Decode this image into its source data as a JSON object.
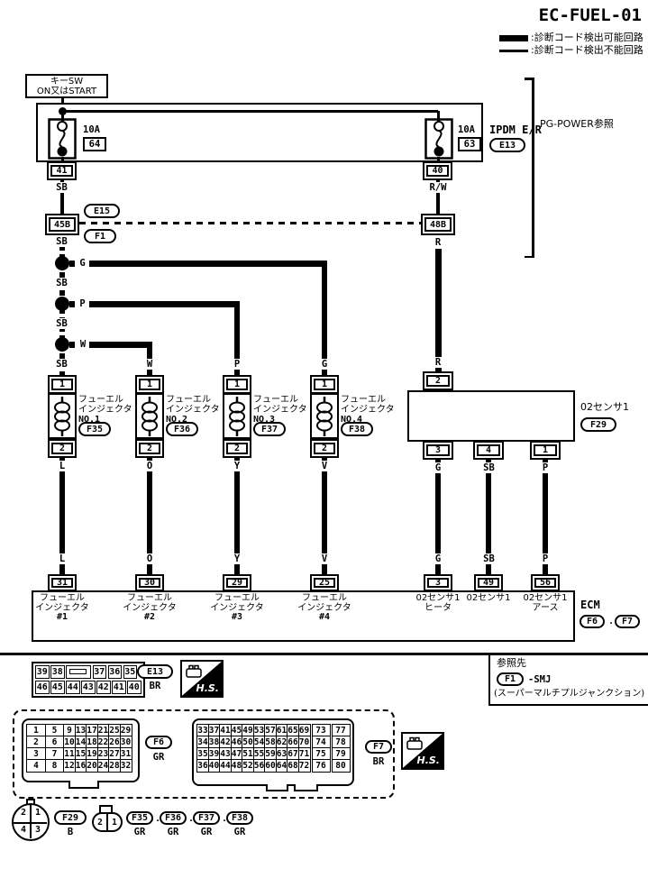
{
  "title": "EC-FUEL-01",
  "legend": {
    "detectable": ":診断コード検出可能回路",
    "undetectable": ":診断コード検出不能回路"
  },
  "power": {
    "key_sw_line1": "キーSW",
    "key_sw_line2": "ON又はSTART"
  },
  "ipdm": {
    "name": "IPDM E/R",
    "connector": "E13",
    "ref_note": "PG-POWER参照",
    "fuse_left": {
      "rating": "10A",
      "number": "64",
      "terminal": "41"
    },
    "fuse_right": {
      "rating": "10A",
      "number": "63",
      "terminal": "40"
    }
  },
  "inline": {
    "c45b": "45B",
    "c48b": "48B",
    "e15": "E15",
    "f1": "F1"
  },
  "wires": {
    "sb": "SB",
    "rw": "R/W",
    "r": "R",
    "g": "G",
    "p": "P",
    "w": "W",
    "l": "L",
    "o": "O",
    "y": "Y",
    "v": "V"
  },
  "injectors": [
    {
      "line1": "フューエル",
      "line2": "インジェクタ",
      "line3": "NO.1",
      "connector": "F35",
      "t_top": "1",
      "t_bottom": "2"
    },
    {
      "line1": "フューエル",
      "line2": "インジェクタ",
      "line3": "NO.2",
      "connector": "F36",
      "t_top": "1",
      "t_bottom": "2"
    },
    {
      "line1": "フューエル",
      "line2": "インジェクタ",
      "line3": "NO.3",
      "connector": "F37",
      "t_top": "1",
      "t_bottom": "2"
    },
    {
      "line1": "フューエル",
      "line2": "インジェクタ",
      "line3": "NO.4",
      "connector": "F38",
      "t_top": "1",
      "t_bottom": "2"
    }
  ],
  "o2_sensor": {
    "name": "02センサ1",
    "connector": "F29",
    "t_top": "2",
    "t_bottom": [
      "3",
      "4",
      "1"
    ]
  },
  "ecm": {
    "name": "ECM",
    "connector1": "F6",
    "connector2": "F7",
    "separator": ".",
    "terminals": [
      {
        "pin": "31",
        "line1": "フューエル",
        "line2": "インジェクタ",
        "line3": "#1"
      },
      {
        "pin": "30",
        "line1": "フューエル",
        "line2": "インジェクタ",
        "line3": "#2"
      },
      {
        "pin": "29",
        "line1": "フューエル",
        "line2": "インジェクタ",
        "line3": "#3"
      },
      {
        "pin": "25",
        "line1": "フューエル",
        "line2": "インジェクタ",
        "line3": "#4"
      },
      {
        "pin": "3",
        "line1": "02センサ1",
        "line2": "ヒータ"
      },
      {
        "pin": "49",
        "line1": "02センサ1",
        "line2": ""
      },
      {
        "pin": "56",
        "line1": "02センサ1",
        "line2": "アース"
      }
    ]
  },
  "pinouts": {
    "hs": "H.S.",
    "separator": ".",
    "e13": {
      "label": "E13",
      "color": "BR",
      "row_top": [
        "39",
        "38",
        "37",
        "36",
        "35"
      ],
      "row_bottom": [
        "46",
        "45",
        "44",
        "43",
        "42",
        "41",
        "40"
      ]
    },
    "f6": {
      "label": "F6",
      "color": "GR",
      "rows": [
        [
          "1",
          "5",
          "9",
          "13",
          "17",
          "21",
          "25",
          "29"
        ],
        [
          "2",
          "6",
          "10",
          "14",
          "18",
          "22",
          "26",
          "30"
        ],
        [
          "3",
          "7",
          "11",
          "15",
          "19",
          "23",
          "27",
          "31"
        ],
        [
          "4",
          "8",
          "12",
          "16",
          "20",
          "24",
          "28",
          "32"
        ]
      ]
    },
    "f7": {
      "label": "F7",
      "color": "BR",
      "rows": [
        [
          "33",
          "37",
          "41",
          "45",
          "49",
          "53",
          "57",
          "61",
          "65",
          "69",
          "73",
          "77"
        ],
        [
          "34",
          "38",
          "42",
          "46",
          "50",
          "54",
          "58",
          "62",
          "66",
          "70",
          "74",
          "78"
        ],
        [
          "35",
          "39",
          "43",
          "47",
          "51",
          "55",
          "59",
          "63",
          "67",
          "71",
          "75",
          "79"
        ],
        [
          "36",
          "40",
          "44",
          "48",
          "52",
          "56",
          "60",
          "64",
          "68",
          "72",
          "76",
          "80"
        ]
      ]
    },
    "f29": {
      "label": "F29",
      "color": "B",
      "pins": [
        "2",
        "1",
        "4",
        "3"
      ]
    },
    "inj_conn": {
      "pins": [
        "2",
        "1"
      ]
    },
    "inj_list": [
      {
        "label": "F35",
        "color": "GR"
      },
      {
        "label": "F36",
        "color": "GR"
      },
      {
        "label": "F37",
        "color": "GR"
      },
      {
        "label": "F38",
        "color": "GR"
      }
    ]
  },
  "reference": {
    "heading": "参照先",
    "connector": "F1",
    "text": "-SMJ",
    "note": "(スーパーマルチプルジャンクション)"
  }
}
